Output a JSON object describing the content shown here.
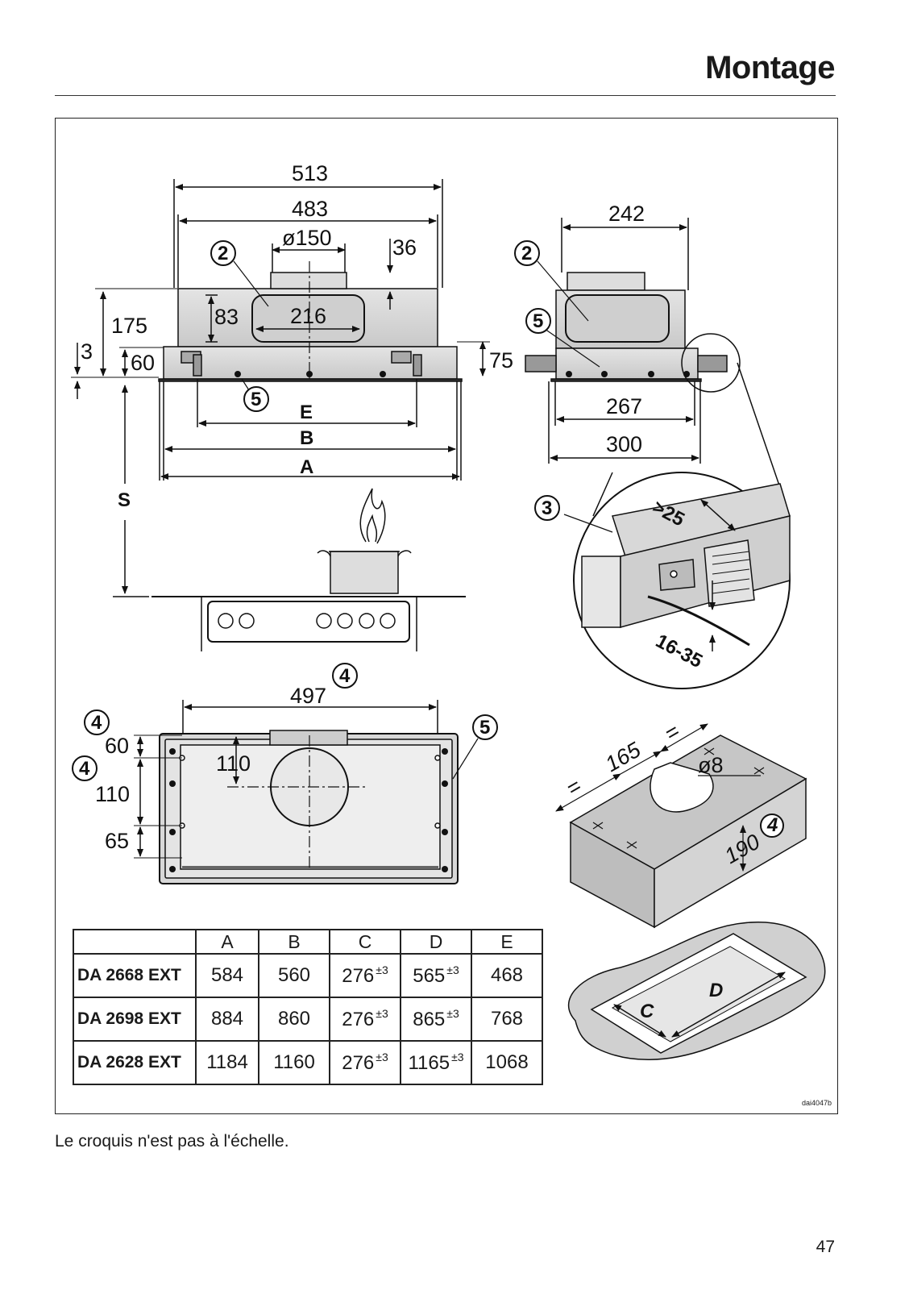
{
  "header": {
    "title": "Montage"
  },
  "front_view": {
    "dims": [
      "513",
      "483",
      "ø150",
      "36",
      "83",
      "216",
      "175",
      "3",
      "60",
      "75"
    ],
    "letters": [
      "E",
      "B",
      "A",
      "S"
    ],
    "callouts": [
      "2",
      "5"
    ]
  },
  "side_view": {
    "dims": [
      "242",
      "267",
      "300"
    ],
    "callouts": [
      "2",
      "5"
    ]
  },
  "detail_view": {
    "dims": [
      ">25",
      "16-35"
    ],
    "callouts": [
      "3"
    ]
  },
  "top_view": {
    "dims": [
      "497",
      "60",
      "110",
      "110",
      "65"
    ],
    "callouts": [
      "4",
      "4",
      "4",
      "5"
    ]
  },
  "template_view": {
    "dims": [
      "=",
      "165",
      "=",
      "ø8",
      "190"
    ],
    "callouts": [
      "4"
    ]
  },
  "cutout_view": {
    "letters": [
      "C",
      "D"
    ]
  },
  "table": {
    "columns": [
      "A",
      "B",
      "C",
      "D",
      "E"
    ],
    "rows": [
      {
        "model": "DA 2668 EXT",
        "A": "584",
        "B": "560",
        "C": "276",
        "C_tol": "±3",
        "D": "565",
        "D_tol": "±3",
        "E": "468"
      },
      {
        "model": "DA 2698 EXT",
        "A": "884",
        "B": "860",
        "C": "276",
        "C_tol": "±3",
        "D": "865",
        "D_tol": "±3",
        "E": "768"
      },
      {
        "model": "DA 2628 EXT",
        "A": "1184",
        "B": "1160",
        "C": "276",
        "C_tol": "±3",
        "D": "1165",
        "D_tol": "±3",
        "E": "1068"
      }
    ]
  },
  "figure_ref": "dai4047b",
  "footnote": "Le croquis n'est pas à l'échelle.",
  "page_number": "47"
}
